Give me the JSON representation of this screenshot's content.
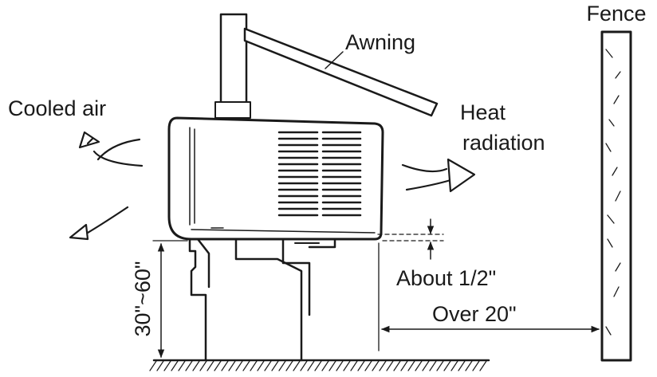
{
  "labels": {
    "fence": "Fence",
    "awning": "Awning",
    "cooled_air": "Cooled air",
    "heat_line1": "Heat",
    "heat_line2": "radiation",
    "about_half_inch": "About 1/2\"",
    "over_20": "Over 20\"",
    "height_range": "30\"~60\""
  }
}
